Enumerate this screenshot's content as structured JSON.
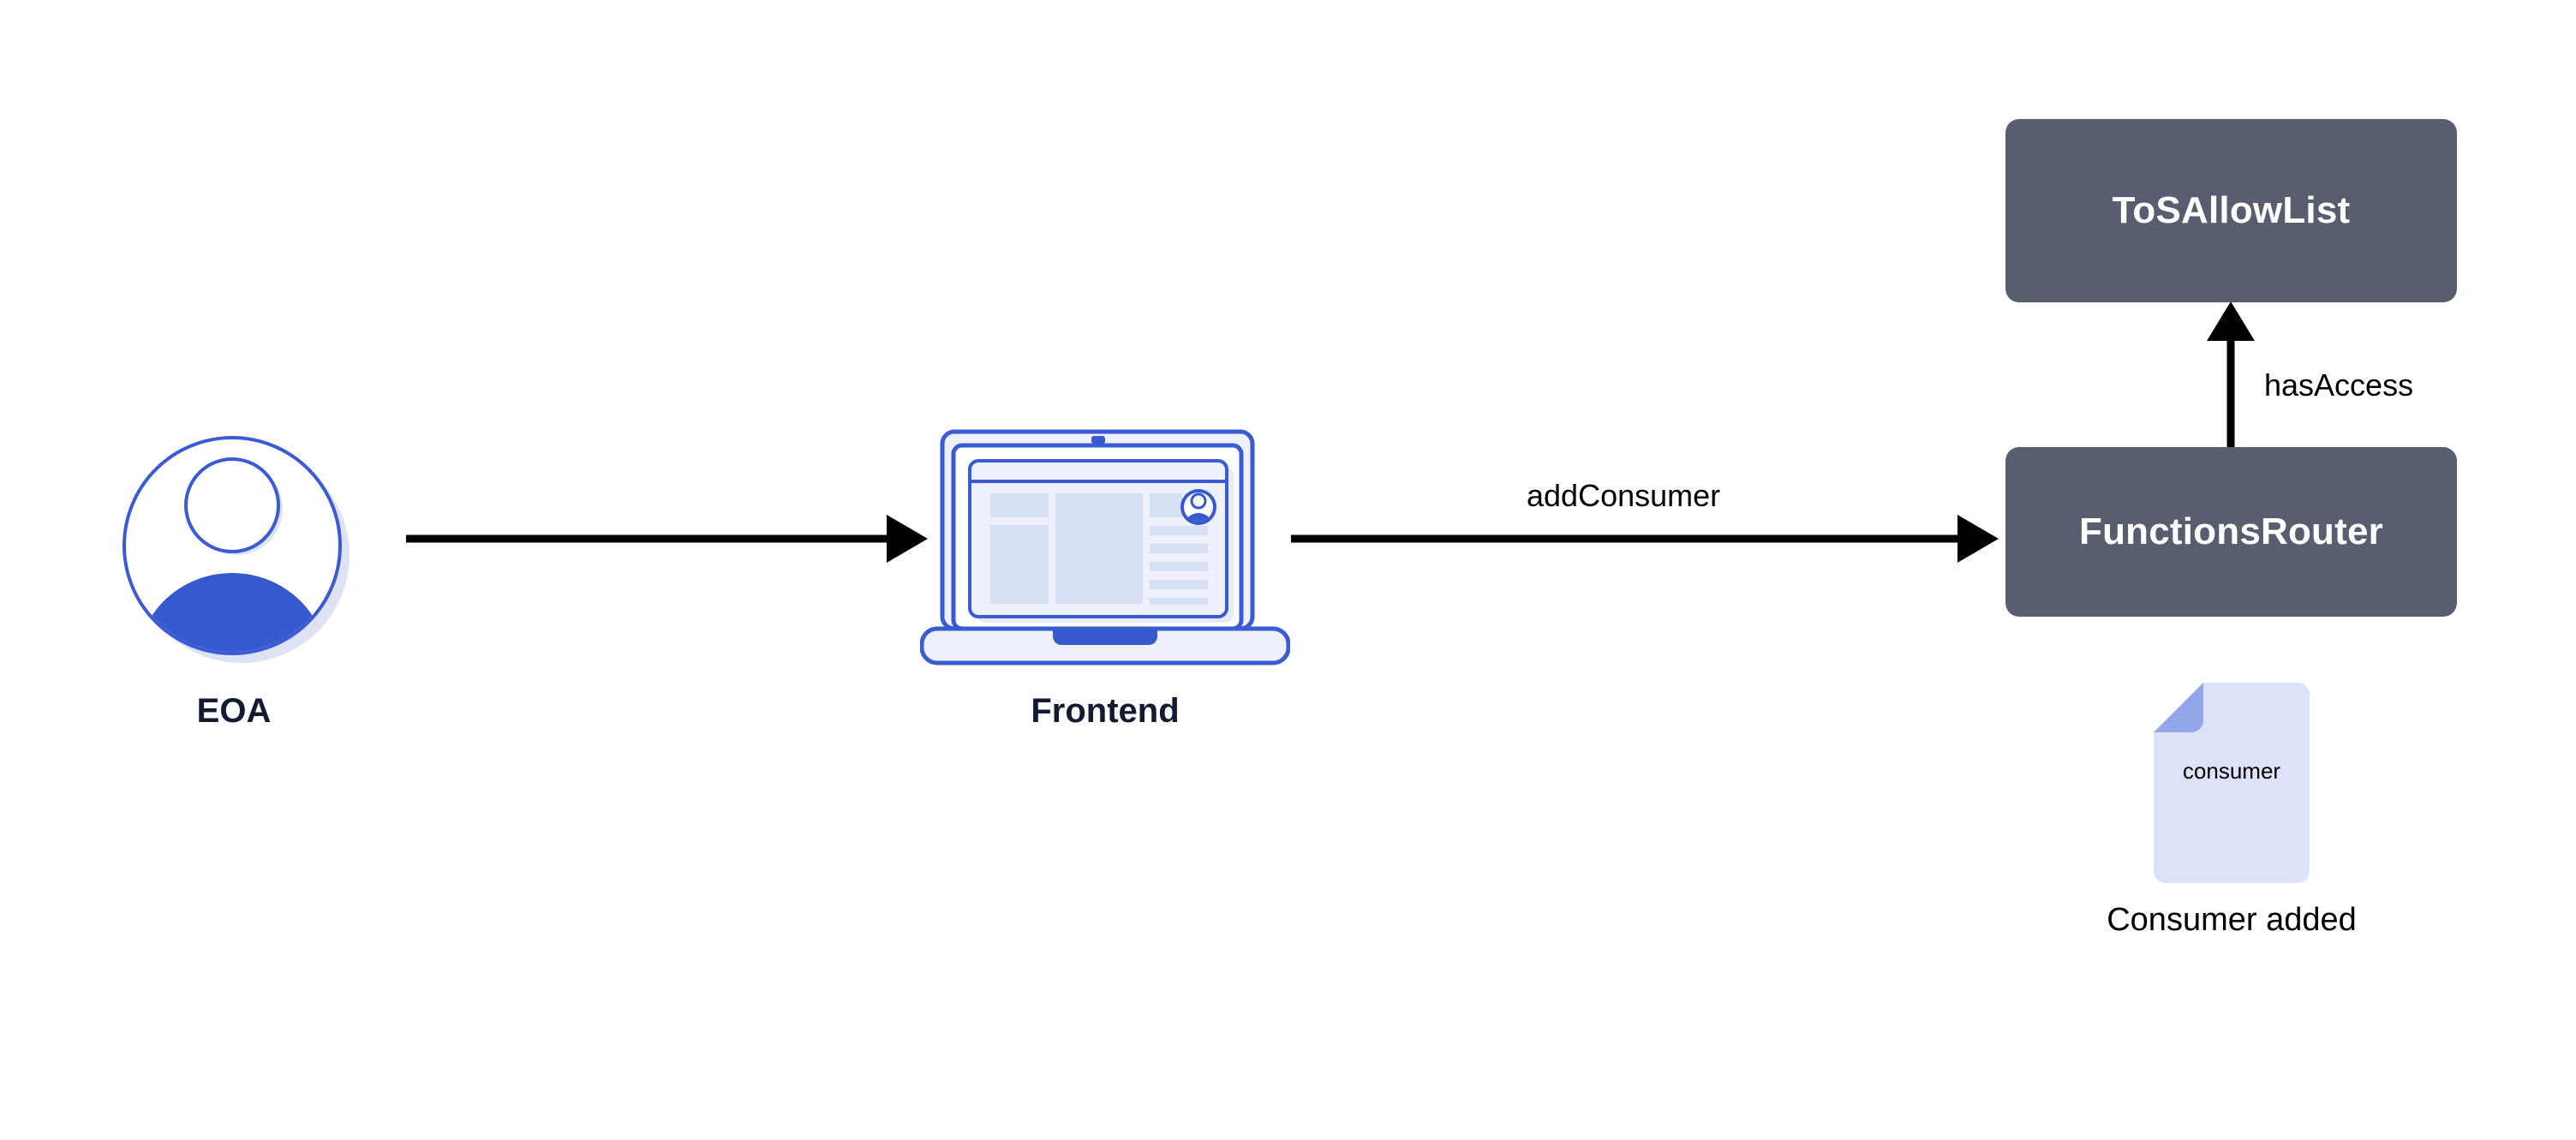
{
  "diagram": {
    "title": "Chainlink Functions addConsumer flow",
    "background_color": "#ffffff",
    "nodes": [
      {
        "id": "eoa",
        "type": "actor",
        "label": "EOA",
        "icon": "user-avatar-icon",
        "label_color": "#131b33"
      },
      {
        "id": "frontend",
        "type": "client",
        "label": "Frontend",
        "icon": "laptop-icon",
        "label_color": "#131b33"
      },
      {
        "id": "functions-router",
        "type": "contract",
        "label": "FunctionsRouter",
        "fill": "#585e70",
        "text_color": "#ffffff"
      },
      {
        "id": "tos-allow-list",
        "type": "contract",
        "label": "ToSAllowList",
        "fill": "#585e70",
        "text_color": "#ffffff"
      },
      {
        "id": "consumer-doc",
        "type": "artifact",
        "label": "consumer",
        "caption": "Consumer added",
        "icon": "document-icon",
        "fill": "#dce2f7",
        "fold_fill": "#93a6ea"
      }
    ],
    "edges": [
      {
        "id": "eoa-to-frontend",
        "from": "eoa",
        "to": "frontend",
        "label": "",
        "direction": "right"
      },
      {
        "id": "frontend-to-router",
        "from": "frontend",
        "to": "functions-router",
        "label": "addConsumer",
        "direction": "right"
      },
      {
        "id": "router-to-allowlist",
        "from": "functions-router",
        "to": "tos-allow-list",
        "label": "hasAccess",
        "direction": "up"
      }
    ]
  },
  "palette": {
    "box_gray": "#585e70",
    "accent_blue": "#3659ce",
    "light_blue": "#dce2f7",
    "fold_blue": "#93a6ea",
    "shadow_blue": "#dde3f5",
    "outline_blue": "#3b5bd4",
    "ink": "#131b33",
    "black": "#000000",
    "white": "#ffffff"
  },
  "labels": {
    "eoa": "EOA",
    "frontend": "Frontend",
    "functions_router": "FunctionsRouter",
    "tos_allow_list": "ToSAllowList",
    "add_consumer": "addConsumer",
    "has_access": "hasAccess",
    "consumer_file": "consumer",
    "consumer_added": "Consumer added"
  }
}
